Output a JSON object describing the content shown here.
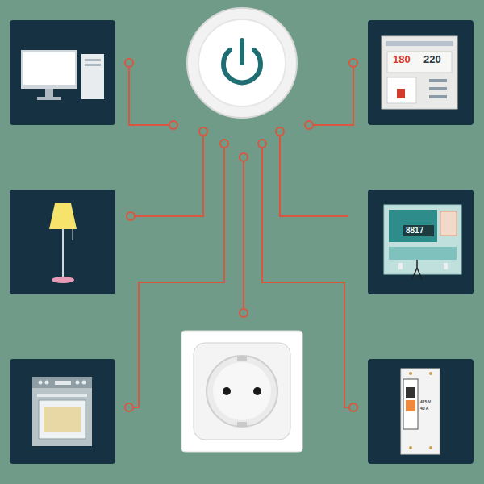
{
  "diagram": {
    "labels": [
      "180",
      "220",
      "8817",
      "415 V",
      "40 A"
    ]
  }
}
